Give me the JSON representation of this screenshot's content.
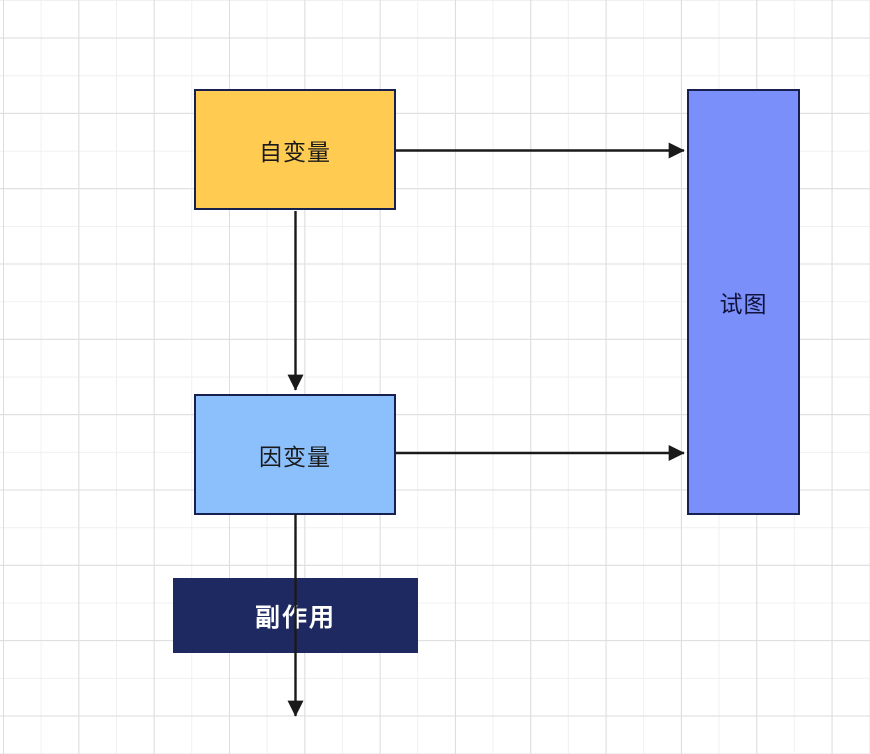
{
  "diagram": {
    "nodes": [
      {
        "id": "independent-variable",
        "label": "自变量",
        "shape": "rectangle",
        "fill": "#FFCB50",
        "border": "#17204F",
        "text_color": "#1a1a1a"
      },
      {
        "id": "view",
        "label": "试图",
        "shape": "tall-rectangle",
        "fill": "#7B8FFB",
        "border": "#17204F",
        "text_color": "#10143C"
      },
      {
        "id": "dependent-variable",
        "label": "因变量",
        "shape": "rectangle",
        "fill": "#8CC0FC",
        "border": "#17204F",
        "text_color": "#1a1a1a"
      },
      {
        "id": "side-effect",
        "label": "副作用",
        "shape": "rectangle",
        "fill": "#1E2861",
        "border": "none",
        "text_color": "#ffffff",
        "bold": true
      }
    ],
    "edges": [
      {
        "from": "independent-variable",
        "to": "view",
        "direction": "right",
        "style": "solid-arrow"
      },
      {
        "from": "independent-variable",
        "to": "dependent-variable",
        "direction": "down",
        "style": "solid-arrow"
      },
      {
        "from": "dependent-variable",
        "to": "view",
        "direction": "right",
        "style": "solid-arrow"
      },
      {
        "from": "dependent-variable",
        "to": "canvas-bottom",
        "direction": "down",
        "style": "solid-arrow",
        "passes_through": "side-effect"
      }
    ],
    "colors": {
      "edge": "#1a1a1a",
      "grid_minor": "#f0f0f1",
      "grid_major": "#dddde0",
      "background": "#ffffff"
    }
  }
}
